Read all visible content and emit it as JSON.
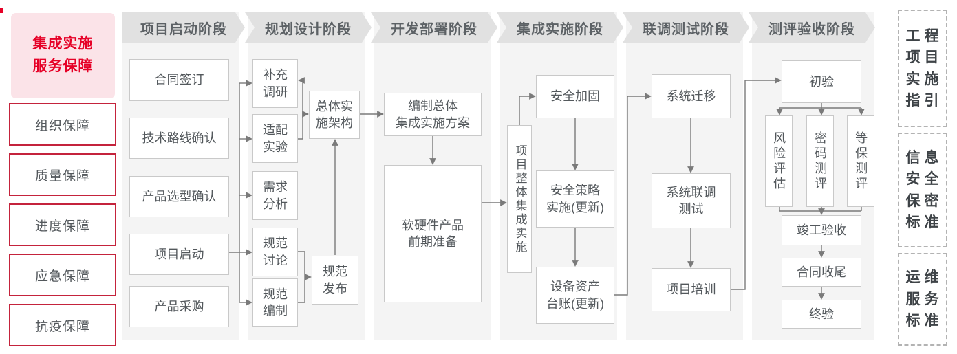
{
  "left_panel": {
    "title": "集成实施\n服务保障",
    "items": [
      {
        "label": "组织保障"
      },
      {
        "label": "质量保障"
      },
      {
        "label": "进度保障"
      },
      {
        "label": "应急保障"
      },
      {
        "label": "抗疫保障"
      }
    ]
  },
  "phases": [
    {
      "label": "项目启动阶段",
      "boxes": [
        {
          "label": "合同签订"
        },
        {
          "label": "技术路线确认"
        },
        {
          "label": "产品选型确认"
        },
        {
          "label": "项目启动"
        },
        {
          "label": "产品采购"
        }
      ]
    },
    {
      "label": "规划设计阶段",
      "boxes": [
        {
          "label": "补充\n调研"
        },
        {
          "label": "适配\n实验"
        },
        {
          "label": "需求\n分析"
        },
        {
          "label": "规范\n讨论"
        },
        {
          "label": "规范\n编制"
        },
        {
          "label": "总体实\n施架构"
        },
        {
          "label": "规范\n发布"
        }
      ]
    },
    {
      "label": "开发部署阶段",
      "boxes": [
        {
          "label": "编制总体\n集成实施方案"
        },
        {
          "label": "软硬件产品\n前期准备"
        }
      ]
    },
    {
      "label": "集成实施阶段",
      "boxes": [
        {
          "label": "项目整体集成实施"
        },
        {
          "label": "安全加固"
        },
        {
          "label": "安全策略\n实施(更新)"
        },
        {
          "label": "设备资产\n台账(更新)"
        }
      ]
    },
    {
      "label": "联调测试阶段",
      "boxes": [
        {
          "label": "系统迁移"
        },
        {
          "label": "系统联调\n测试"
        },
        {
          "label": "项目培训"
        }
      ]
    },
    {
      "label": "测评验收阶段",
      "boxes": [
        {
          "label": "初验"
        },
        {
          "label": "风险评估"
        },
        {
          "label": "密码测评"
        },
        {
          "label": "等保测评"
        },
        {
          "label": "竣工验收"
        },
        {
          "label": "合同收尾"
        },
        {
          "label": "终验"
        }
      ]
    }
  ],
  "right_panel": {
    "items": [
      {
        "label": "工程\n项目\n实施\n指引"
      },
      {
        "label": "信息\n安全\n保密\n标准"
      },
      {
        "label": "运维\n服务\n标准"
      }
    ]
  },
  "colors": {
    "accent_red": "#e60127",
    "border_red": "#c4233c",
    "title_bg_pink": "#fbe3e8",
    "banner_gray": "#e1e1e1",
    "column_bg": "#f4f4f4",
    "box_border": "#c9c9c9",
    "line_gray": "#7a7a7a",
    "text_dark": "#53585c"
  }
}
